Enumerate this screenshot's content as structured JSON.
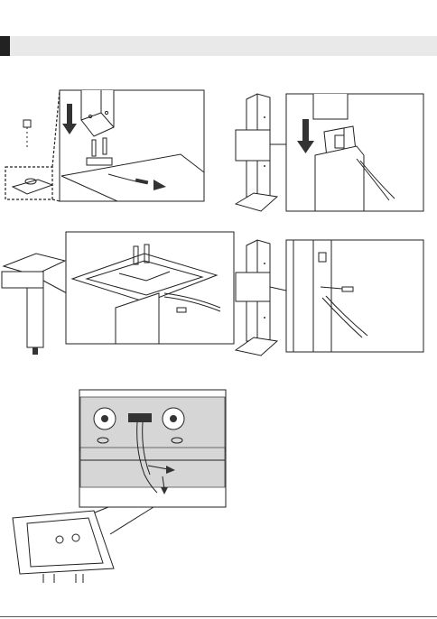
{
  "page": {
    "background": "#ffffff",
    "header_bar_color": "#e9e9e9",
    "header_marker_color": "#222222"
  },
  "figures": [
    {
      "id": "step-1",
      "icons": [
        "stand-base-icon",
        "down-arrow-icon",
        "bracket-icon",
        "screw-icon",
        "cable-icon"
      ]
    },
    {
      "id": "step-2",
      "icons": [
        "speaker-column-icon",
        "down-arrow-icon",
        "connector-icon",
        "cable-icon"
      ]
    },
    {
      "id": "step-3",
      "icons": [
        "stand-base-icon",
        "base-plate-icon",
        "screw-icon",
        "cable-icon"
      ]
    },
    {
      "id": "step-4",
      "icons": [
        "speaker-column-icon",
        "screw-icon",
        "cable-icon"
      ]
    },
    {
      "id": "step-5",
      "icons": [
        "cable-clip-icon",
        "arrow-icon",
        "base-plate-icon"
      ]
    }
  ]
}
